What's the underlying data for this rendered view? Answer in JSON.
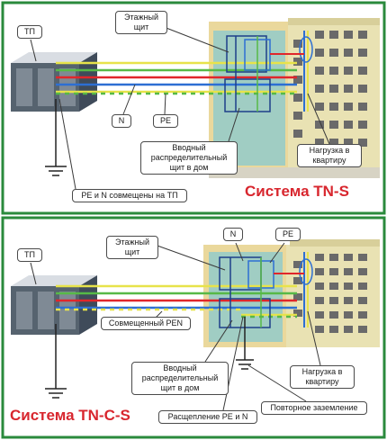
{
  "panel_top": {
    "labels": {
      "tp": "ТП",
      "floor_panel": "Этажный\nщит",
      "n": "N",
      "pe": "PE",
      "input_panel": "Вводный\nраспределительный\nщит в дом",
      "load": "Нагрузка в\nквартиру",
      "pen_combined": "PE и N совмещены на ТП"
    },
    "system_title": "Система TN-S"
  },
  "panel_bottom": {
    "labels": {
      "tp": "ТП",
      "floor_panel": "Этажный\nщит",
      "n": "N",
      "pe": "PE",
      "pen": "Совмещенный PEN",
      "input_panel": "Вводный\nраспределительный\nщит в дом",
      "load": "Нагрузка в\nквартиру",
      "split": "Расщепление PE и N",
      "reground": "Повторное заземление"
    },
    "system_title": "Система TN-C-S"
  },
  "colors": {
    "frame": "#2a8a3c",
    "phase_red": "#e0262b",
    "neutral_blue": "#2d6fd3",
    "pe_yellow": "#e7e34a",
    "pe_green": "#57b947",
    "title_red": "#d8262e"
  }
}
